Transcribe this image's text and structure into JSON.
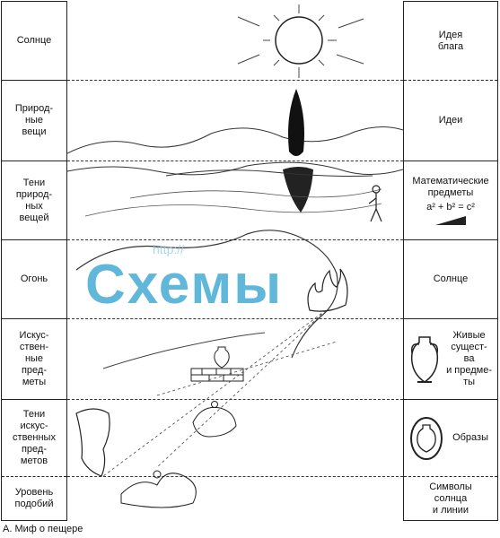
{
  "left_labels": [
    "Солнце",
    "Природ-\nные\nвещи",
    "Тени\nприрод-\nных\nвещей",
    "Огонь",
    "Искус-\nствен-\nные\nпред-\nметы",
    "Тени\nискус-\nственных\nпред-\nметов",
    "Уровень\nподобий"
  ],
  "right_labels": [
    "Идея\nблага",
    "Идеи",
    "Математические\nпредметы",
    "Солнце",
    "Живые\nсущест-\nва\nи предме-\nты",
    "Образы",
    "Символы\nсолнца\nи линии"
  ],
  "formula": "a² + b² = c²",
  "caption": "А.   Миф о пещере",
  "watermark": {
    "url": "http://",
    "word": "Схемы"
  },
  "icons": [
    "sun-icon",
    "cypress-tree-icon",
    "mountain-icon",
    "human-figure-icon",
    "fire-icon",
    "vase-icon",
    "wall-icon",
    "triangle-icon",
    "amphora-icon"
  ],
  "colors": {
    "line": "#222222",
    "watermark": "#3ea8d1"
  }
}
